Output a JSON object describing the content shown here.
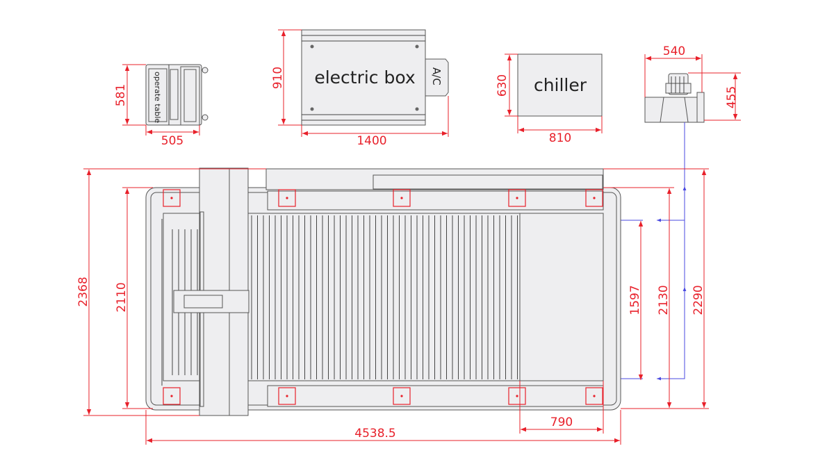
{
  "labels": {
    "operate_table": "operate table",
    "electric_box": "electric box",
    "ac": "A/C",
    "chiller": "chiller"
  },
  "dimensions": {
    "operate_table_height": "581",
    "operate_table_width": "505",
    "electric_box_height": "910",
    "electric_box_width": "1400",
    "chiller_height": "630",
    "chiller_width": "810",
    "fan_width": "540",
    "fan_height": "455",
    "machine_overall_height": "2368",
    "machine_body_height": "2110",
    "work_area_height": "1597",
    "rail_height": "2130",
    "total_height": "2290",
    "side_area_width": "790",
    "machine_overall_length": "4538.5"
  },
  "colors": {
    "dimension": "#e8202a",
    "duct": "#4a4ae0",
    "part_fill": "#eeeef0"
  }
}
